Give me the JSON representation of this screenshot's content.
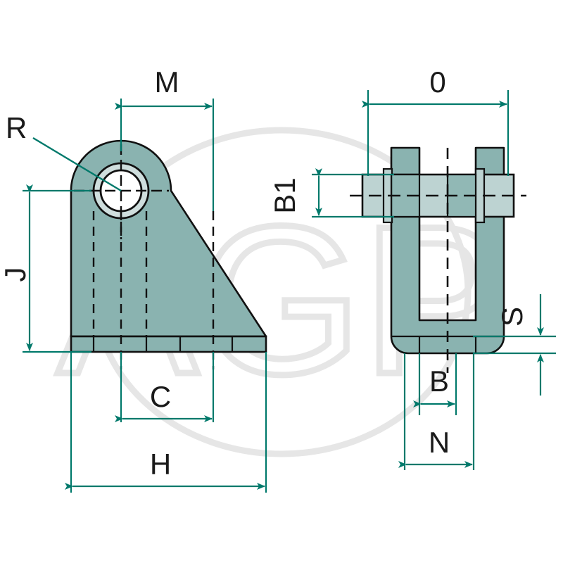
{
  "drawing": {
    "type": "engineering-dimension-drawing",
    "subject": "mounting bracket / clevis bracket with pin bore",
    "views": [
      {
        "name": "side-view",
        "position": "left"
      },
      {
        "name": "front-view",
        "position": "right"
      }
    ],
    "colors": {
      "body_fill": "#8ab3b0",
      "pin_fill": "#bdd3d2",
      "bore_ring_fill": "#cfdedd",
      "outline": "#111111",
      "dimension_line": "#00796b",
      "label_text": "#1a1a1a",
      "watermark": "#e2e2e2",
      "background": "#ffffff"
    }
  },
  "dimensions": {
    "R": {
      "label": "R",
      "kind": "radius-leader",
      "view": "side-view"
    },
    "M": {
      "label": "M",
      "kind": "horizontal",
      "view": "side-view"
    },
    "J": {
      "label": "J",
      "kind": "vertical",
      "view": "side-view",
      "rotated": true
    },
    "C": {
      "label": "C",
      "kind": "horizontal",
      "view": "side-view"
    },
    "H": {
      "label": "H",
      "kind": "horizontal",
      "view": "side-view"
    },
    "O": {
      "label": "0",
      "kind": "horizontal",
      "view": "front-view"
    },
    "B1": {
      "label": "B1",
      "kind": "vertical",
      "view": "front-view",
      "rotated": true
    },
    "S": {
      "label": "S",
      "kind": "vertical",
      "view": "front-view",
      "rotated": true
    },
    "B": {
      "label": "B",
      "kind": "horizontal",
      "view": "front-view"
    },
    "N": {
      "label": "N",
      "kind": "horizontal",
      "view": "front-view"
    }
  },
  "watermark": {
    "text": "AGP",
    "shape": "ellipse-outline"
  }
}
